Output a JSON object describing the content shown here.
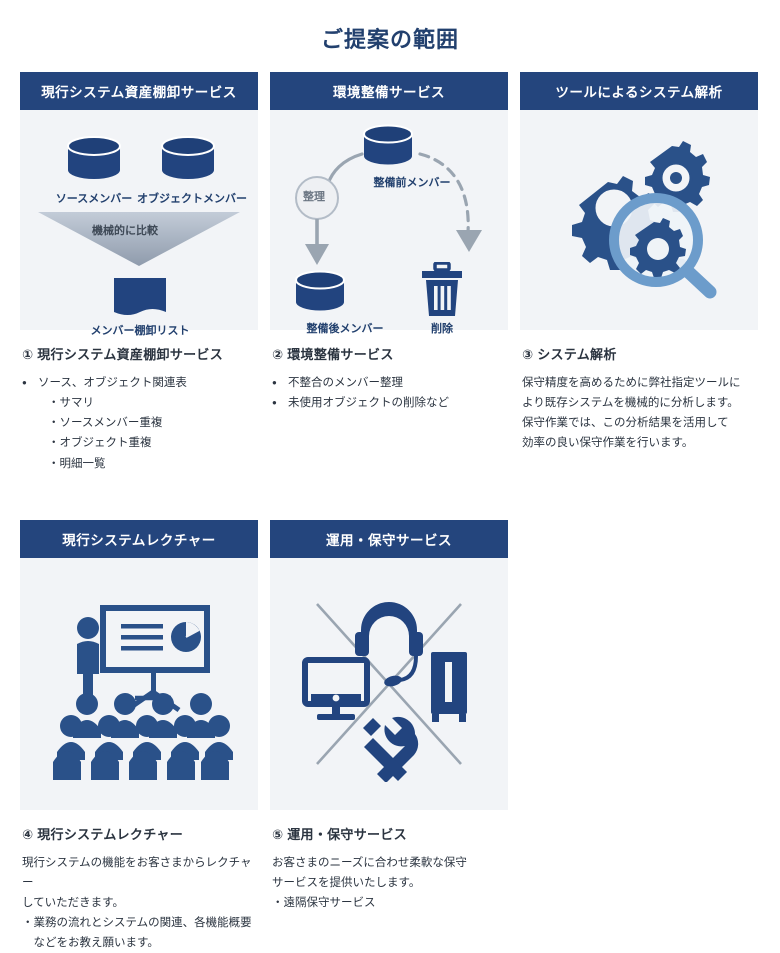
{
  "title": "ご提案の範囲",
  "colors": {
    "header_navy": "#24457d",
    "card_bg": "#f2f4f7",
    "icon_navy": "#1f4078",
    "icon_light_blue": "#6c9ccb",
    "arrow_gray": "#9aa5b1",
    "title_navy": "#22406e"
  },
  "cards": [
    {
      "id": "card-asset-inventory",
      "header": "現行システム資産棚卸サービス",
      "diagram": {
        "cylinder_left": "ソースメンバー",
        "cylinder_right": "オブジェクトメンバー",
        "arrow_label": "機械的に比較",
        "output_label": "メンバー棚卸リスト"
      }
    },
    {
      "id": "card-environment-maintenance",
      "header": "環境整備サービス",
      "diagram": {
        "source_label": "整備前メンバー",
        "circle_label": "整理",
        "result_label": "整備後メンバー",
        "delete_label": "削除"
      }
    },
    {
      "id": "card-tool-analysis",
      "header": "ツールによるシステム解析",
      "diagram": {
        "icon": "gears-magnifier-icon"
      }
    },
    {
      "id": "card-system-lecture",
      "header": "現行システムレクチャー",
      "diagram": {
        "icon": "presentation-audience-icon"
      }
    },
    {
      "id": "card-operation-maintenance",
      "header": "運用・保守サービス",
      "diagram": {
        "icon": "support-services-icon"
      }
    }
  ],
  "captions": [
    {
      "id": "caption-asset-inventory",
      "title": "① 現行システム資産棚卸サービス",
      "items": [
        {
          "type": "bullet",
          "text": "ソース、オブジェクト関連表"
        },
        {
          "type": "sub",
          "text": "・サマリ"
        },
        {
          "type": "sub",
          "text": "・ソースメンバー重複"
        },
        {
          "type": "sub",
          "text": "・オブジェクト重複"
        },
        {
          "type": "sub",
          "text": "・明細一覧"
        }
      ]
    },
    {
      "id": "caption-environment-maintenance",
      "title": "② 環境整備サービス",
      "items": [
        {
          "type": "bullet",
          "text": "不整合のメンバー整理"
        },
        {
          "type": "bullet",
          "text": "未使用オブジェクトの削除など"
        }
      ]
    },
    {
      "id": "caption-tool-analysis",
      "title": "③ システム解析",
      "lines": [
        "保守精度を高めるために弊社指定ツールに",
        "より既存システムを機械的に分析します。",
        "保守作業では、この分析結果を活用して",
        "効率の良い保守作業を行います。"
      ]
    },
    {
      "id": "caption-system-lecture",
      "title": "④ 現行システムレクチャー",
      "lines": [
        "現行システムの機能をお客さまからレクチャー",
        "していただきます。",
        "・業務の流れとシステムの関連、各機能概要",
        "　などをお教え願います。"
      ]
    },
    {
      "id": "caption-operation-maintenance",
      "title": "⑤ 運用・保守サービス",
      "lines": [
        "お客さまのニーズに合わせ柔軟な保守",
        "サービスを提供いたします。",
        "・遠隔保守サービス"
      ]
    }
  ]
}
